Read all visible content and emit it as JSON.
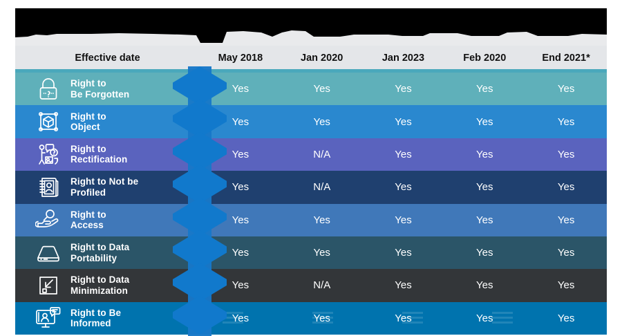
{
  "table": {
    "redacted_header": {
      "note": "top header row is blacked out / redacted",
      "visible_text": ""
    },
    "header": {
      "first_column_label": "Effective date",
      "date_columns": [
        "May 2018",
        "Jan 2020",
        "Jan 2023",
        "Feb 2020",
        "End 2021*"
      ]
    },
    "rows": [
      {
        "icon": "padlock-question-icon",
        "label": "Right to\nBe Forgotten",
        "color": "#5fb0ba",
        "values": [
          "Yes",
          "Yes",
          "Yes",
          "Yes",
          "Yes"
        ]
      },
      {
        "icon": "cube-object-icon",
        "label": "Right to\nObject",
        "color": "#2a88cf",
        "values": [
          "Yes",
          "Yes",
          "Yes",
          "Yes",
          "Yes"
        ]
      },
      {
        "icon": "people-rectify-icon",
        "label": "Right to\nRectification",
        "color": "#5a63be",
        "values": [
          "Yes",
          "N/A",
          "Yes",
          "Yes",
          "Yes"
        ]
      },
      {
        "icon": "profile-cards-icon",
        "label": "Right to Not be\nProfiled",
        "color": "#1f406f",
        "values": [
          "Yes",
          "N/A",
          "Yes",
          "Yes",
          "Yes"
        ]
      },
      {
        "icon": "hand-magnifier-icon",
        "label": "Right to\nAccess",
        "color": "#4078b9",
        "values": [
          "Yes",
          "Yes",
          "Yes",
          "Yes",
          "Yes"
        ]
      },
      {
        "icon": "hard-drive-icon",
        "label": "Right to Data\nPortability",
        "color": "#2b5568",
        "values": [
          "Yes",
          "Yes",
          "Yes",
          "Yes",
          "Yes"
        ]
      },
      {
        "icon": "minimize-arrow-icon",
        "label": "Right to Data\nMinimization",
        "color": "#333639",
        "values": [
          "Yes",
          "N/A",
          "Yes",
          "Yes",
          "Yes"
        ]
      },
      {
        "icon": "monitor-person-icon",
        "label": "Right to Be\nInformed",
        "color": "#0073ae",
        "values": [
          "Yes",
          "Yes",
          "Yes",
          "Yes",
          "Yes"
        ]
      }
    ],
    "colors": {
      "header_background": "#e4e6e9",
      "header_rule": "#4aa8bc",
      "chevron": "#1179cc",
      "redaction": "#000000",
      "text_on_rows": "#ffffff",
      "header_text": "#111111"
    }
  }
}
